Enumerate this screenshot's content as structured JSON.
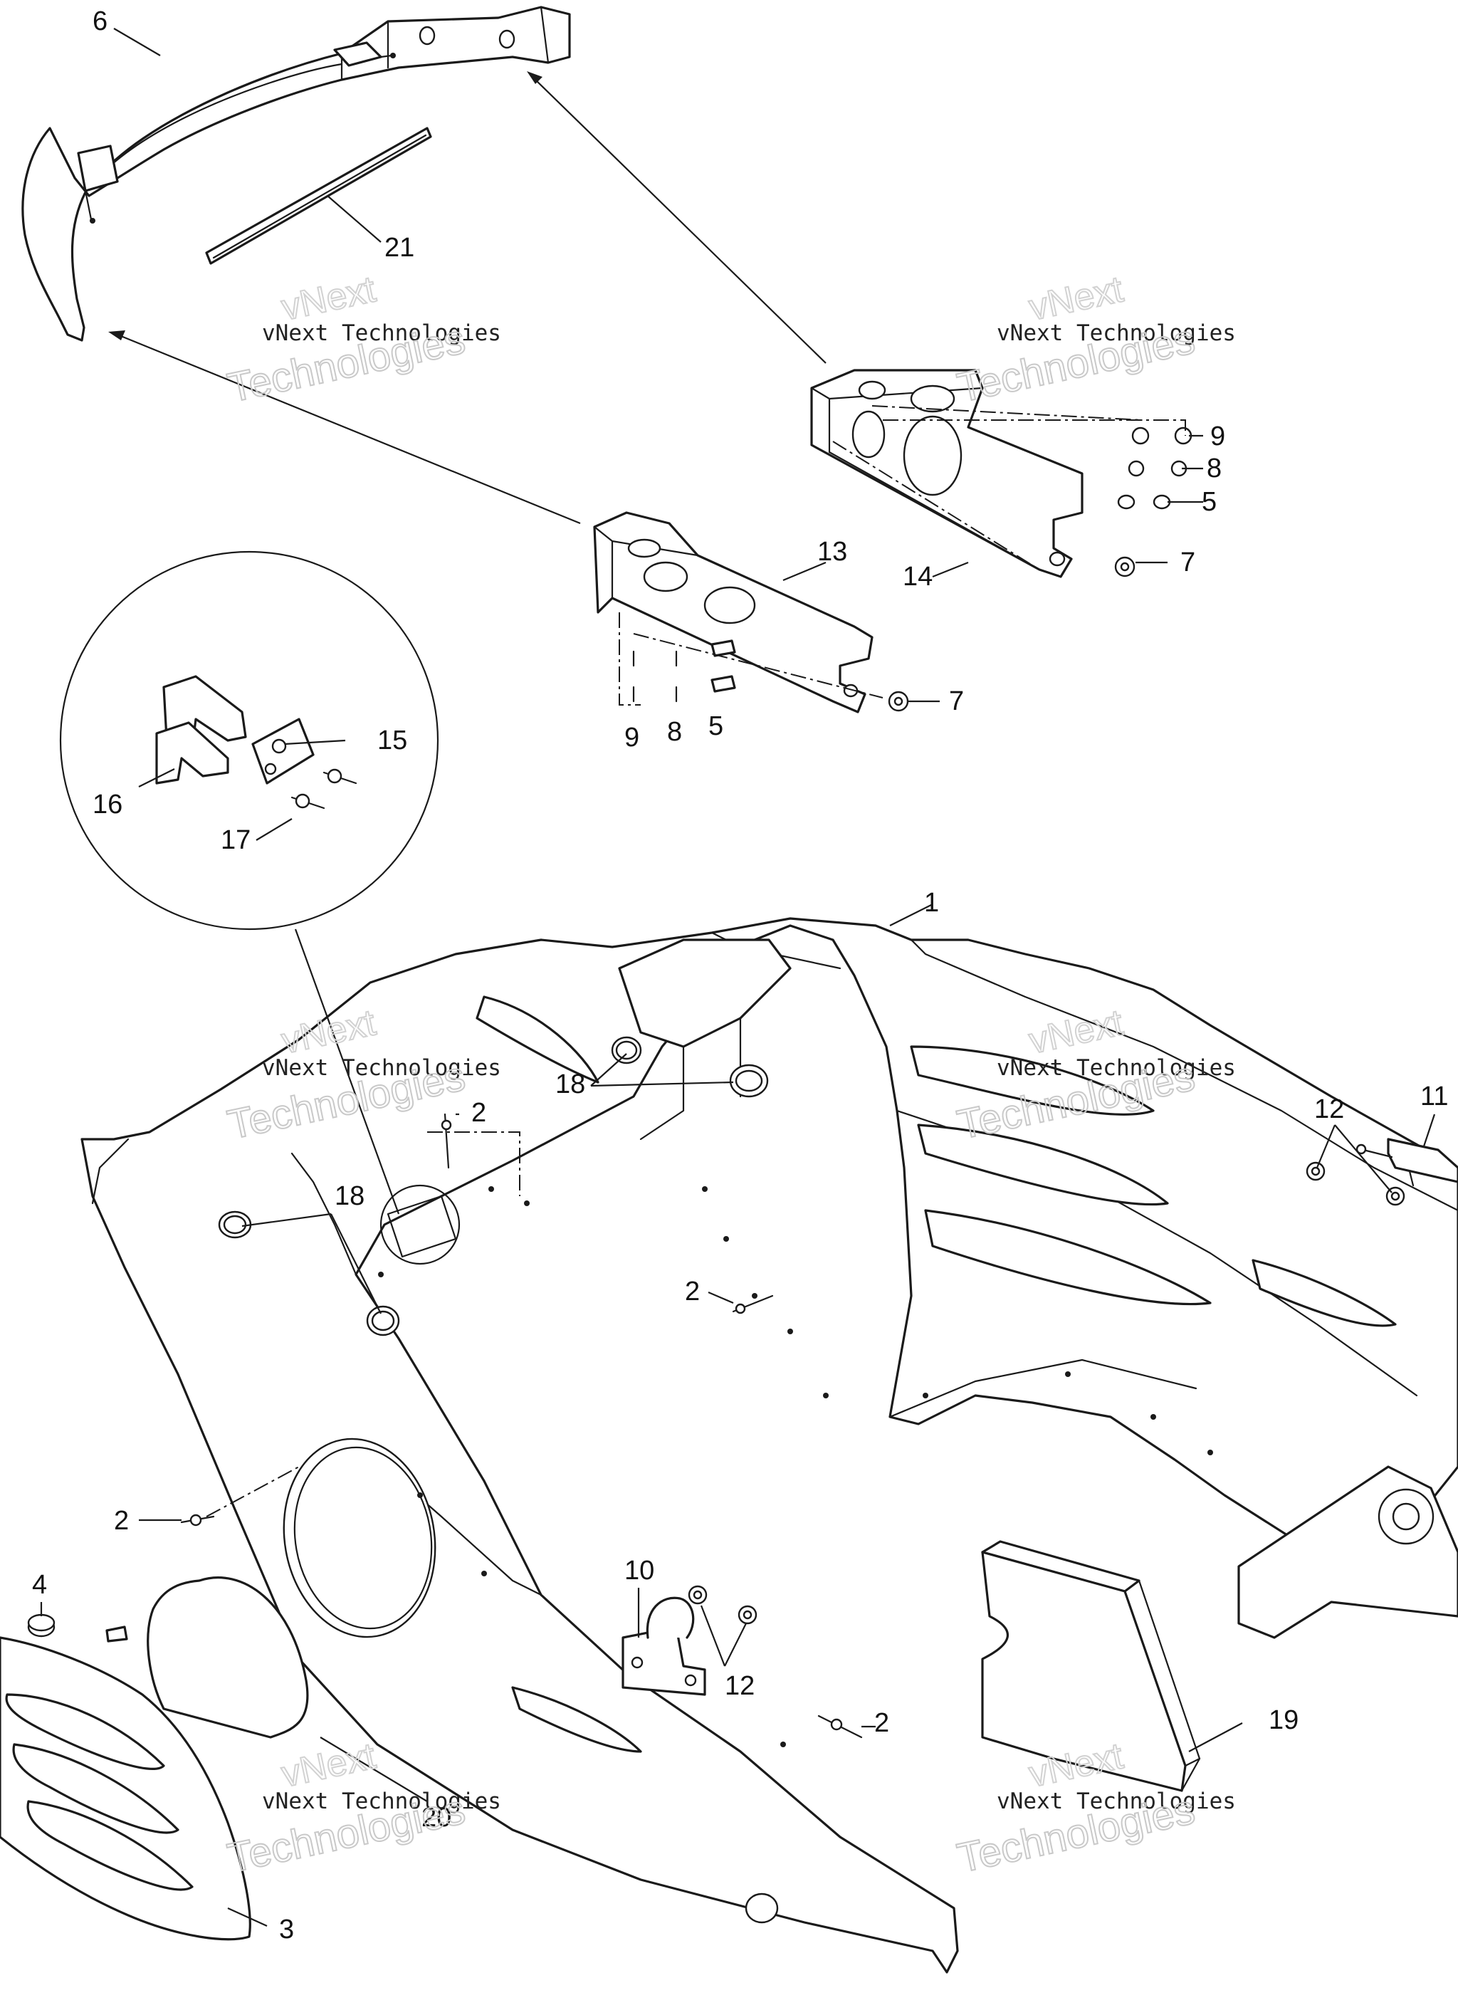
{
  "callouts": [
    {
      "id": "c6",
      "label": "6"
    },
    {
      "id": "c21",
      "label": "21"
    },
    {
      "id": "c9a",
      "label": "9"
    },
    {
      "id": "c8a",
      "label": "8"
    },
    {
      "id": "c5a",
      "label": "5"
    },
    {
      "id": "c7a",
      "label": "7"
    },
    {
      "id": "c14",
      "label": "14"
    },
    {
      "id": "c13",
      "label": "13"
    },
    {
      "id": "c7b",
      "label": "7"
    },
    {
      "id": "c9b",
      "label": "9"
    },
    {
      "id": "c8b",
      "label": "8"
    },
    {
      "id": "c5b",
      "label": "5"
    },
    {
      "id": "c15",
      "label": "15"
    },
    {
      "id": "c16",
      "label": "16"
    },
    {
      "id": "c17",
      "label": "17"
    },
    {
      "id": "c1",
      "label": "1"
    },
    {
      "id": "c18a",
      "label": "18"
    },
    {
      "id": "c2a",
      "label": "2"
    },
    {
      "id": "c18b",
      "label": "18"
    },
    {
      "id": "c12a",
      "label": "12"
    },
    {
      "id": "c11",
      "label": "11"
    },
    {
      "id": "c2b",
      "label": "2"
    },
    {
      "id": "c2c",
      "label": "2"
    },
    {
      "id": "c4",
      "label": "4"
    },
    {
      "id": "c10",
      "label": "10"
    },
    {
      "id": "c12b",
      "label": "12"
    },
    {
      "id": "c2d",
      "label": "2"
    },
    {
      "id": "c19",
      "label": "19"
    },
    {
      "id": "c20",
      "label": "20"
    },
    {
      "id": "c3",
      "label": "3"
    }
  ],
  "watermark": {
    "line1": "vNext Technologies",
    "line2": "vNext",
    "line3": "Technologies"
  }
}
